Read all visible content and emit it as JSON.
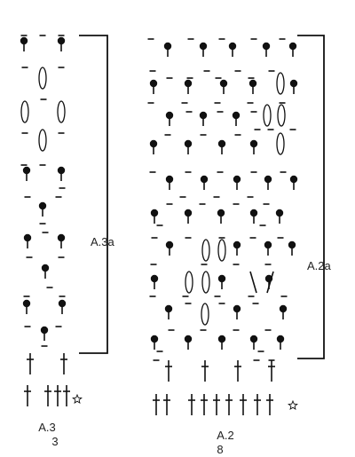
{
  "labels": {
    "a3a": "A.3a",
    "a2a": "A.2a",
    "a3_name": "A.3",
    "a3_count": "3",
    "a2_name": "A.2",
    "a2_count": "8"
  },
  "symbols": {
    "dot_stitch": "filled-dot-on-stem",
    "chain": "dash",
    "chain_space": "oval",
    "treble": "dagger",
    "start_marker": "star"
  },
  "colors": {
    "ink": "#111111",
    "background": "#ffffff"
  }
}
